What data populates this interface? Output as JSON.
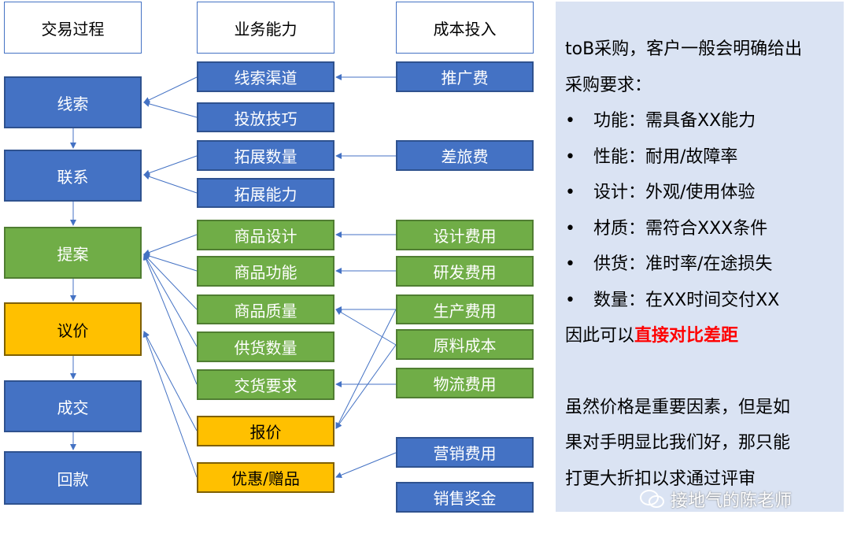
{
  "headers": [
    "交易过程",
    "业务能力",
    "成本投入"
  ],
  "process": [
    "线索",
    "联系",
    "提案",
    "议价",
    "成交",
    "回款"
  ],
  "abilities": [
    "线索渠道",
    "投放技巧",
    "拓展数量",
    "拓展能力",
    "商品设计",
    "商品功能",
    "商品质量",
    "供货数量",
    "交货要求",
    "报价",
    "优惠/赠品"
  ],
  "costs": [
    "推广费",
    "差旅费",
    "设计费用",
    "研发费用",
    "生产费用",
    "原料成本",
    "物流费用",
    "营销费用",
    "销售奖金"
  ],
  "panel": {
    "intro1": "toB采购，客户一般会明确给出",
    "intro2": "采购要求：",
    "bullets": [
      "功能：需具备XX能力",
      "性能：耐用/故障率",
      "设计：外观/使用体验",
      "材质：需符合XXX条件",
      "供货：准时率/在途损失",
      "数量：在XX时间交付XX"
    ],
    "conclusion_prefix": "因此可以",
    "conclusion_highlight": "直接对比差距",
    "para1": "虽然价格是重要因素，但是如",
    "para2": "果对手明显比我们好，那只能",
    "para3": "打更大折扣以求通过评审"
  },
  "watermark": "接地气的陈老师",
  "colors": {
    "blue": "#4472c4",
    "green": "#70ad47",
    "yellow": "#ffc000",
    "panel": "#dae3f3",
    "highlight": "#ff0000"
  }
}
